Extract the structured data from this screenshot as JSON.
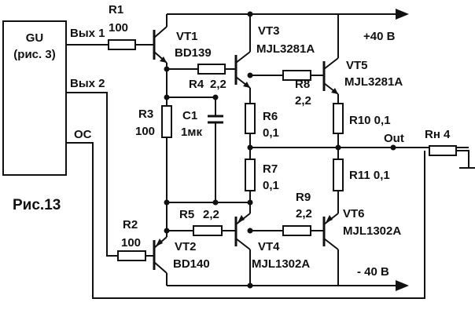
{
  "figure_label": "Рис.13",
  "gu_block": {
    "name": "GU",
    "ref": "(рис. 3)"
  },
  "ports": {
    "out1": "Вых 1",
    "out2": "Вых 2",
    "fb": "OC"
  },
  "rails": {
    "pos": "+40 В",
    "neg": "- 40 В",
    "out": "Out"
  },
  "load": {
    "label": "Rн 4"
  },
  "resistors": {
    "r1": {
      "name": "R1",
      "value": "100"
    },
    "r2": {
      "name": "R2",
      "value": "100"
    },
    "r3": {
      "name": "R3",
      "value": "100"
    },
    "r4": {
      "name": "R4",
      "value": "2,2"
    },
    "r5": {
      "name": "R5",
      "value": "2,2"
    },
    "r6": {
      "name": "R6",
      "value": "0,1"
    },
    "r7": {
      "name": "R7",
      "value": "0,1"
    },
    "r8": {
      "name": "R8",
      "value": "2,2"
    },
    "r9": {
      "name": "R9",
      "value": "2,2"
    },
    "r10": {
      "label": "R10 0,1"
    },
    "r11": {
      "label": "R11 0,1"
    }
  },
  "capacitor": {
    "name": "C1",
    "value": "1мк"
  },
  "transistors": {
    "vt1": {
      "name": "VT1",
      "type": "BD139"
    },
    "vt2": {
      "name": "VT2",
      "type": "BD140"
    },
    "vt3": {
      "name": "VT3",
      "type": "MJL3281A"
    },
    "vt4": {
      "name": "VT4",
      "type": "MJL1302A"
    },
    "vt5": {
      "name": "VT5",
      "type": "MJL3281A"
    },
    "vt6": {
      "name": "VT6",
      "type": "MJL1302A"
    }
  }
}
